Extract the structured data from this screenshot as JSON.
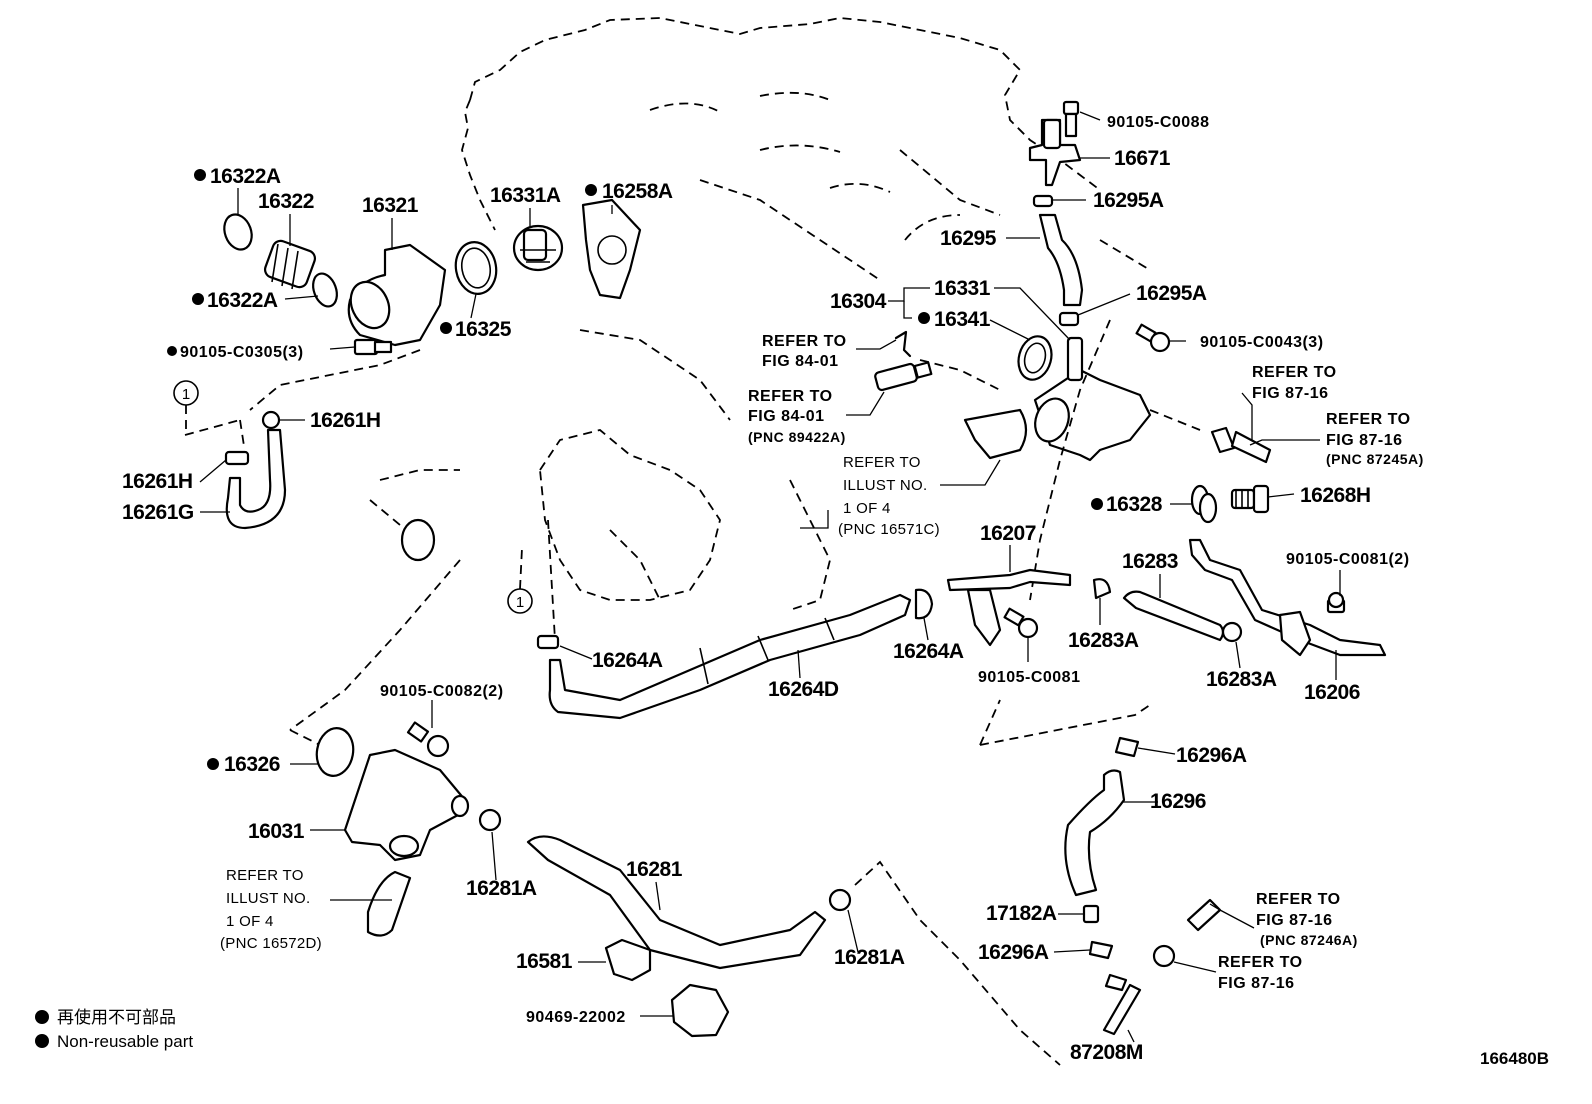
{
  "figure_id": "166480B",
  "legend": {
    "jp": "再使用不可部品",
    "en": "Non-reusable part"
  },
  "callout_marker": "1",
  "parts": {
    "p16322A_top": "16322A",
    "p16322": "16322",
    "p16321": "16321",
    "p16331A": "16331A",
    "p16258A": "16258A",
    "p16322A_bot": "16322A",
    "p16325": "16325",
    "p90105C0305": "90105-C0305(3)",
    "p16261H_top": "16261H",
    "p16261H_bot": "16261H",
    "p16261G": "16261G",
    "p90105C0088": "90105-C0088",
    "p16671": "16671",
    "p16295A_top": "16295A",
    "p16295": "16295",
    "p16295A_mid": "16295A",
    "p16304": "16304",
    "p16331": "16331",
    "p16341": "16341",
    "p90105C0043": "90105-C0043(3)",
    "p16328": "16328",
    "p16268H": "16268H",
    "p16207": "16207",
    "p16283": "16283",
    "p90105C0081_2": "90105-C0081(2)",
    "p16264A_left": "16264A",
    "p16264A_right": "16264A",
    "p16283A_left": "16283A",
    "p90105C0081": "90105-C0081",
    "p16283A_right": "16283A",
    "p16206": "16206",
    "p16264D": "16264D",
    "p90105C0082": "90105-C0082(2)",
    "p16326": "16326",
    "p16031": "16031",
    "p16296A_top": "16296A",
    "p16296": "16296",
    "p16281A_left": "16281A",
    "p16281": "16281",
    "p16581": "16581",
    "p16281A_right": "16281A",
    "p17182A": "17182A",
    "p16296A_bot": "16296A",
    "p90469": "90469-22002",
    "p87208M": "87208M"
  },
  "refs": {
    "r8401a": {
      "l1": "REFER TO",
      "l2": "FIG 84-01"
    },
    "r8401b": {
      "l1": "REFER TO",
      "l2": "FIG 84-01",
      "l3": "(PNC 89422A)"
    },
    "r8716a": {
      "l1": "REFER TO",
      "l2": "FIG 87-16"
    },
    "r8716b": {
      "l1": "REFER TO",
      "l2": "FIG 87-16",
      "l3": "(PNC 87245A)"
    },
    "rIllust1": {
      "l1": "REFER TO",
      "l2": "ILLUST NO.",
      "l3": "1 OF 4",
      "l4": "(PNC 16571C)"
    },
    "rIllust2": {
      "l1": "REFER TO",
      "l2": "ILLUST NO.",
      "l3": "1 OF 4",
      "l4": "(PNC 16572D)"
    },
    "r8716c": {
      "l1": "REFER TO",
      "l2": "FIG 87-16",
      "l3": "(PNC 87246A)"
    },
    "r8716d": {
      "l1": "REFER TO",
      "l2": "FIG 87-16"
    }
  }
}
